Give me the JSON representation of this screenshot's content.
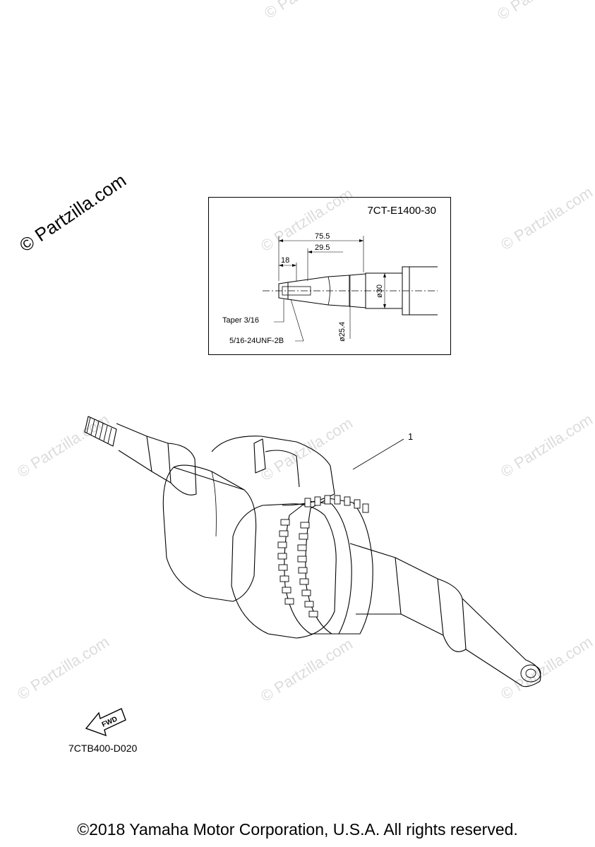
{
  "watermark": {
    "main": "© Partzilla.com",
    "faint": "© Partzilla.com"
  },
  "detail": {
    "code": "7CT-E1400-30",
    "dim_total": "75.5",
    "dim_mid": "29.5",
    "dim_short": "18",
    "dia_large": "ø30",
    "dia_small": "ø25.4",
    "taper": "Taper  3/16",
    "thread": "5/16-24UNF-2B"
  },
  "callout": {
    "part_number": "1"
  },
  "fwd_label": "FWD",
  "diagram_code": "7CTB400-D020",
  "copyright": "©2018 Yamaha Motor Corporation, U.S.A. All rights reserved."
}
